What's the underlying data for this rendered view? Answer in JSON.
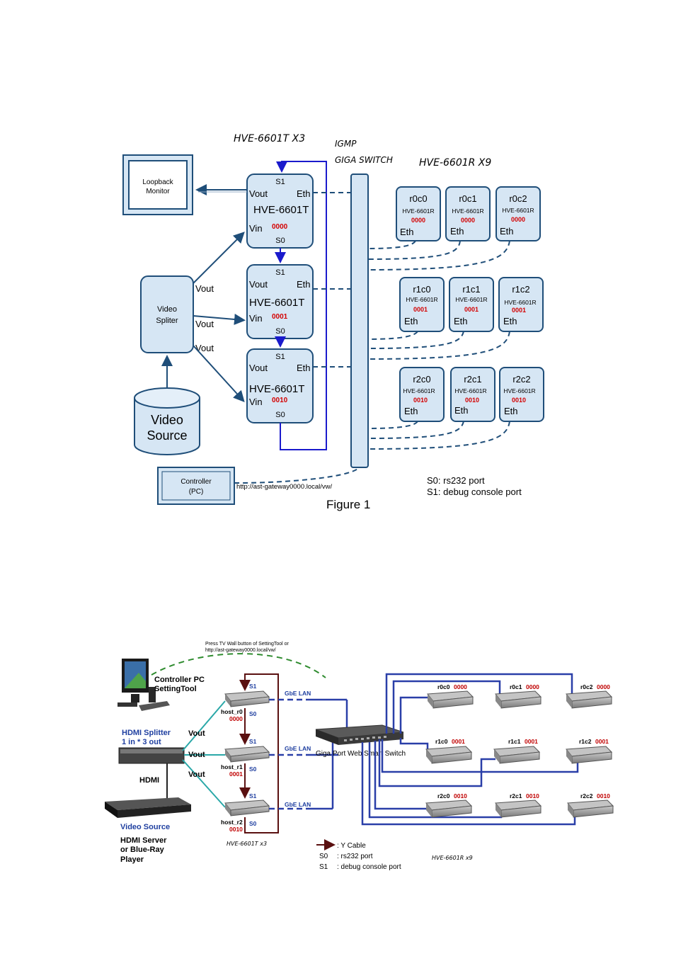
{
  "figure1": {
    "title_tx": "HVE-6601T X3",
    "igmp": "IGMP",
    "giga_switch": "GIGA SWITCH",
    "title_rx": "HVE-6601R X9",
    "loopback": [
      "Loopback",
      "Monitor"
    ],
    "splitter": [
      "Video",
      "Spliter"
    ],
    "source": [
      "Video",
      "Source"
    ],
    "controller": [
      "Controller",
      "(PC)"
    ],
    "url": "http://ast-gateway0000.local/vw/",
    "caption": "Figure 1",
    "legend": [
      "S0: rs232 port",
      "S1: debug console port"
    ],
    "vout": "Vout",
    "transmitters": [
      {
        "model": "HVE-6601T",
        "code": "0000",
        "s_top": "S1",
        "s_bottom": "S0",
        "vout": "Vout",
        "vin": "Vin",
        "eth": "Eth"
      },
      {
        "model": "HVE-6601T",
        "code": "0001",
        "s_top": "S1",
        "s_bottom": "S0",
        "vout": "Vout",
        "vin": "Vin",
        "eth": "Eth"
      },
      {
        "model": "HVE-6601T",
        "code": "0010",
        "s_top": "S1",
        "s_bottom": "S0",
        "vout": "Vout",
        "vin": "Vin",
        "eth": "Eth"
      }
    ],
    "receivers": [
      {
        "name": "r0c0",
        "model": "HVE-6601R",
        "code": "0000",
        "eth": "Eth"
      },
      {
        "name": "r0c1",
        "model": "HVE-6601R",
        "code": "0000",
        "eth": "Eth"
      },
      {
        "name": "r0c2",
        "model": "HVE-6601R",
        "code": "0000",
        "eth": "Eth"
      },
      {
        "name": "r1c0",
        "model": "HVE-6601R",
        "code": "0001",
        "eth": "Eth"
      },
      {
        "name": "r1c1",
        "model": "HVE-6601R",
        "code": "0001",
        "eth": "Eth"
      },
      {
        "name": "r1c2",
        "model": "HVE-6601R",
        "code": "0001",
        "eth": "Eth"
      },
      {
        "name": "r2c0",
        "model": "HVE-6601R",
        "code": "0010",
        "eth": "Eth"
      },
      {
        "name": "r2c1",
        "model": "HVE-6601R",
        "code": "0010",
        "eth": "Eth"
      },
      {
        "name": "r2c2",
        "model": "HVE-6601R",
        "code": "0010",
        "eth": "Eth"
      }
    ]
  },
  "figure2": {
    "press_note": [
      "Press TV Wall button of SettingTool or",
      "http://ast-gateway0000.local/vw/"
    ],
    "controller": [
      "Controller PC",
      "SettingTool"
    ],
    "splitter": [
      "HDMI Splitter",
      "1 in * 3 out"
    ],
    "hdmi": "HDMI",
    "vout": "Vout",
    "source_title": "Video Source",
    "source_desc": [
      "HDMI Server",
      "or Blue-Ray",
      "Player"
    ],
    "hosts": [
      {
        "name": "host_r0",
        "code": "0000",
        "s1": "S1",
        "s0": "S0",
        "lan": "GbE LAN"
      },
      {
        "name": "host_r1",
        "code": "0001",
        "s1": "S1",
        "s0": "S0",
        "lan": "GbE LAN"
      },
      {
        "name": "host_r2",
        "code": "0010",
        "s1": "S1",
        "s0": "S0",
        "lan": "GbE LAN"
      }
    ],
    "tx_caption": "HVE-6601T x3",
    "switch_label": "Giga Port Web Smart Switch",
    "rx_caption": "HVE-6601R x9",
    "legend": [
      {
        "key": "",
        "text": ": Y Cable"
      },
      {
        "key": "S0",
        "text": ": rs232 port"
      },
      {
        "key": "S1",
        "text": ": debug console port"
      }
    ],
    "receivers": [
      {
        "name": "r0c0",
        "code": "0000"
      },
      {
        "name": "r0c1",
        "code": "0000"
      },
      {
        "name": "r0c2",
        "code": "0000"
      },
      {
        "name": "r1c0",
        "code": "0001"
      },
      {
        "name": "r1c1",
        "code": "0001"
      },
      {
        "name": "r1c2",
        "code": "0001"
      },
      {
        "name": "r2c0",
        "code": "0010"
      },
      {
        "name": "r2c1",
        "code": "0010"
      },
      {
        "name": "r2c2",
        "code": "0010"
      }
    ]
  }
}
